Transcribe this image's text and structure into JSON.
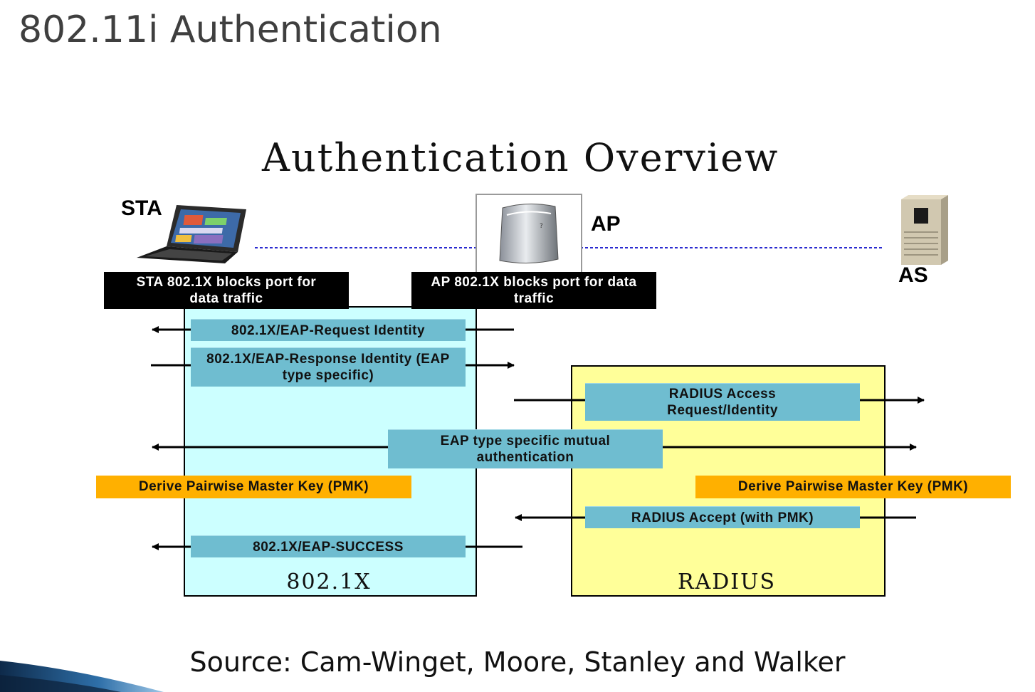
{
  "slide": {
    "title": "802.11i Authentication",
    "source": "Source: Cam-Winget, Moore, Stanley and Walker"
  },
  "diagram": {
    "title": "Authentication Overview",
    "nodes": {
      "sta": "STA",
      "ap": "AP",
      "as": "AS"
    },
    "port_blocks": {
      "sta": "STA 802.1X blocks port for data traffic",
      "ap": "AP 802.1X blocks port for data traffic"
    },
    "regions": {
      "dot1x": "802.1X",
      "radius": "RADIUS"
    },
    "messages": {
      "request_identity": "802.1X/EAP-Request Identity",
      "response_identity": "802.1X/EAP-Response Identity (EAP type specific)",
      "radius_access": "RADIUS Access Request/Identity",
      "mutual_auth": "EAP type specific mutual authentication",
      "pmk_sta": "Derive Pairwise Master Key (PMK)",
      "pmk_as": "Derive Pairwise Master Key (PMK)",
      "radius_accept": "RADIUS Accept (with PMK)",
      "eap_success": "802.1X/EAP-SUCCESS"
    },
    "icons": {
      "sta": "laptop-icon",
      "ap": "access-point-icon",
      "as": "server-icon"
    },
    "colors": {
      "dot1x_region": "#ccffff",
      "radius_region": "#ffff99",
      "message_box": "#6fbdd0",
      "pmk_box": "#ffb000",
      "block_box": "#000000",
      "link_line": "#2a2ad0"
    }
  }
}
